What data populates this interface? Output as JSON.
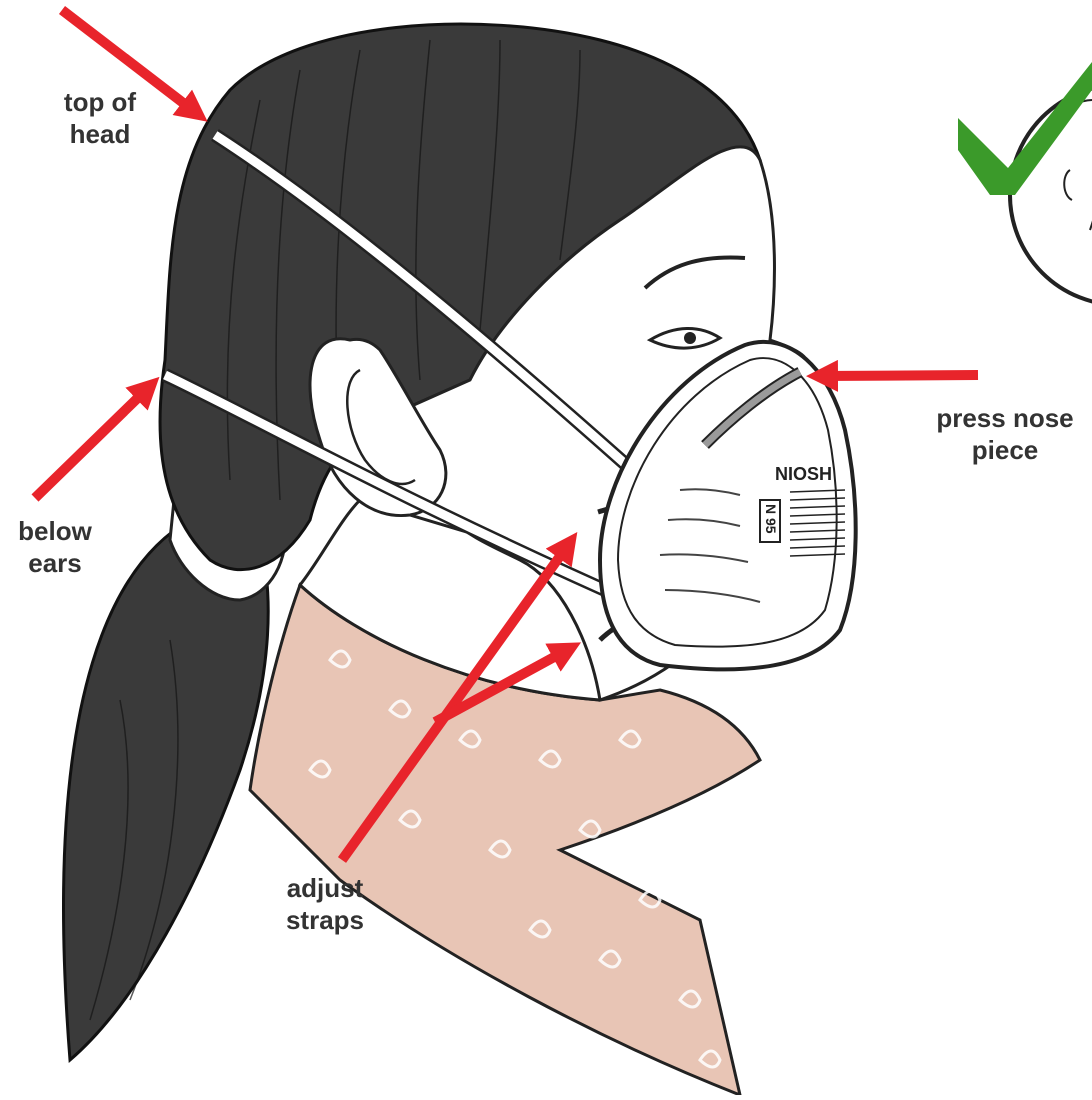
{
  "labels": {
    "top_of_head": [
      "top of",
      "head"
    ],
    "below_ears": [
      "below",
      "ears"
    ],
    "press_nose_piece": [
      "press nose",
      "piece"
    ],
    "adjust_straps": [
      "adjust",
      "straps"
    ]
  },
  "mask": {
    "brand": "NIOSH",
    "rating": "N 95"
  },
  "colors": {
    "arrow": "#e8242b",
    "check": "#3b9a2a",
    "hair": "#3a3a3a",
    "scarf": "#e8c5b5",
    "text": "#333333"
  }
}
